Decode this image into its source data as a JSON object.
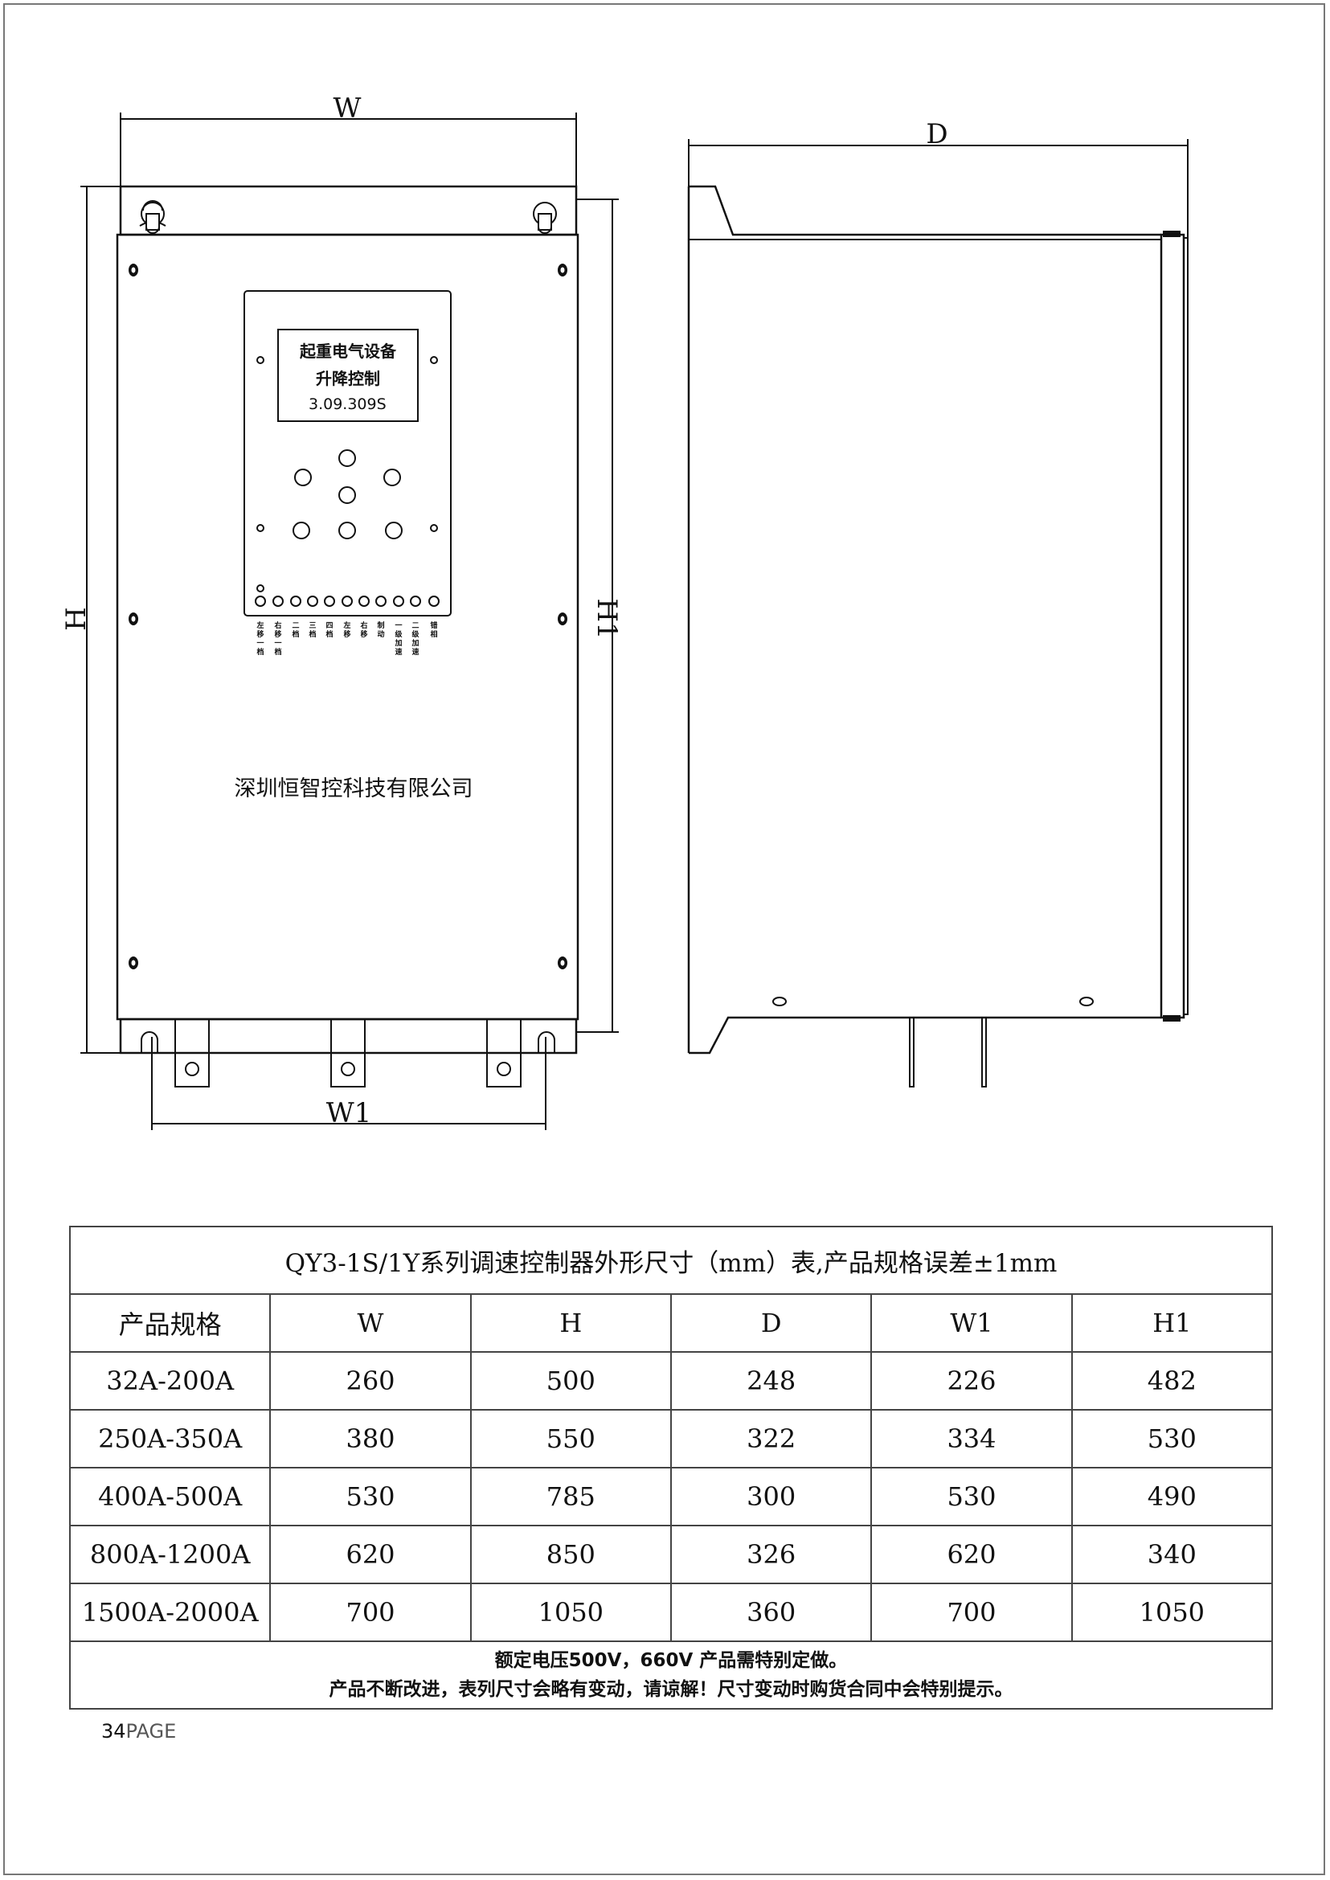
{
  "drawing": {
    "dim_w": "W",
    "dim_h": "H",
    "dim_h1": "H1",
    "dim_w1": "W1",
    "dim_d": "D",
    "display": {
      "line1": "起重电气设备",
      "line2": "升降控制",
      "line3": "3.09.309S"
    },
    "led_labels": [
      [
        "左",
        "移",
        "一",
        "档"
      ],
      [
        "右",
        "移",
        "一",
        "档"
      ],
      [
        "二",
        "档"
      ],
      [
        "三",
        "档"
      ],
      [
        "四",
        "档"
      ],
      [
        "左",
        "移"
      ],
      [
        "右",
        "移"
      ],
      [
        "制",
        "动"
      ],
      [
        "一",
        "级",
        "加",
        "速"
      ],
      [
        "二",
        "级",
        "加",
        "速"
      ],
      [
        "错",
        "相"
      ]
    ],
    "company": "深圳恒智控科技有限公司"
  },
  "table": {
    "title": "QY3-1S/1Y系列调速控制器外形尺寸（mm）表,产品规格误差±1mm",
    "headers": [
      "产品规格",
      "W",
      "H",
      "D",
      "W1",
      "H1"
    ],
    "rows": [
      [
        "32A-200A",
        "260",
        "500",
        "248",
        "226",
        "482"
      ],
      [
        "250A-350A",
        "380",
        "550",
        "322",
        "334",
        "530"
      ],
      [
        "400A-500A",
        "530",
        "785",
        "300",
        "530",
        "490"
      ],
      [
        "800A-1200A",
        "620",
        "850",
        "326",
        "620",
        "340"
      ],
      [
        "1500A-2000A",
        "700",
        "1050",
        "360",
        "700",
        "1050"
      ]
    ],
    "note_line1": "额定电压500V，660V 产品需特别定做。",
    "note_line2": "产品不断改进，表列尺寸会略有变动，请谅解！尺寸变动时购货合同中会特别提示。"
  },
  "page": {
    "number": "34",
    "suffix": "PAGE"
  }
}
